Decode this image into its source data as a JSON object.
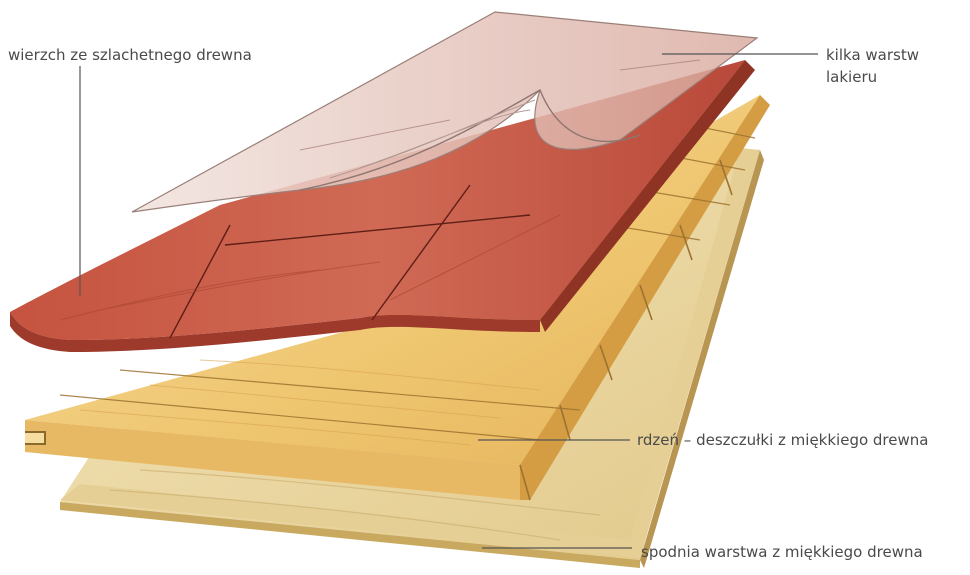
{
  "labels": {
    "top_layer": "wierzch ze szlachetnego drewna",
    "lacquer_line1": "kilka warstw",
    "lacquer_line2": "lakieru",
    "core": "rdzeń – deszczułki z miękkiego drewna",
    "bottom_layer": "spodnia warstwa z miękkiego drewna"
  },
  "colors": {
    "top_layer": "#c65a48",
    "top_layer_edge": "#9e3a2c",
    "lacquer": "#e9d6d0",
    "core": "#f0c86e",
    "core_edge": "#c9963a",
    "bottom_layer": "#ecd9a2",
    "bottom_layer_edge": "#c2a25c",
    "leader_line": "#555555",
    "text": "#4a4a4a"
  }
}
